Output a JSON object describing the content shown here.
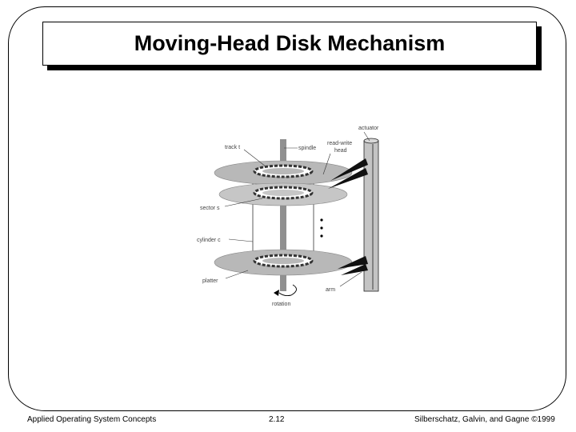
{
  "slide": {
    "title": "Moving-Head Disk Mechanism"
  },
  "diagram": {
    "labels": {
      "actuator": "actuator",
      "track": "track t",
      "spindle": "spindle",
      "read_write_head": [
        "read-write",
        "head"
      ],
      "sector": "sector s",
      "cylinder": "cylinder c",
      "platter": "platter",
      "arm": "arm",
      "rotation": "rotation"
    },
    "colors": {
      "platter": "#b8b8b8",
      "actuator": "#c4c4c4",
      "spindle": "#909090",
      "ink": "#000000"
    }
  },
  "footer": {
    "left": "Applied Operating System Concepts",
    "center": "2.12",
    "right": "Silberschatz, Galvin, and Gagne ©1999"
  }
}
